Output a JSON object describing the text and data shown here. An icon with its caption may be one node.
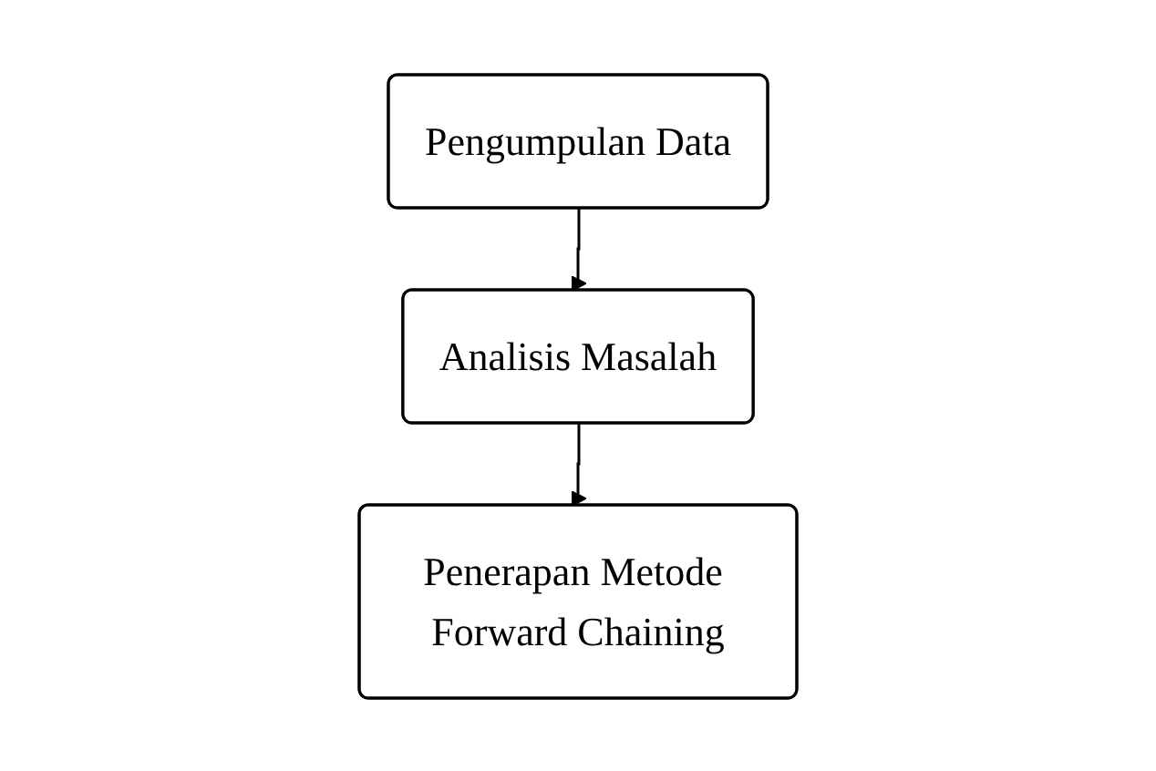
{
  "diagram": {
    "nodes": [
      {
        "text": [
          "Pengumpulan Data"
        ]
      },
      {
        "text": [
          "Analisis Masalah"
        ]
      },
      {
        "text": [
          "Penerapan Metode Forward Chaining"
        ]
      }
    ],
    "edges": [
      {
        "from": 0,
        "to": 1,
        "arrow": "to"
      },
      {
        "from": 1,
        "to": 2,
        "arrow": "to"
      }
    ]
  }
}
